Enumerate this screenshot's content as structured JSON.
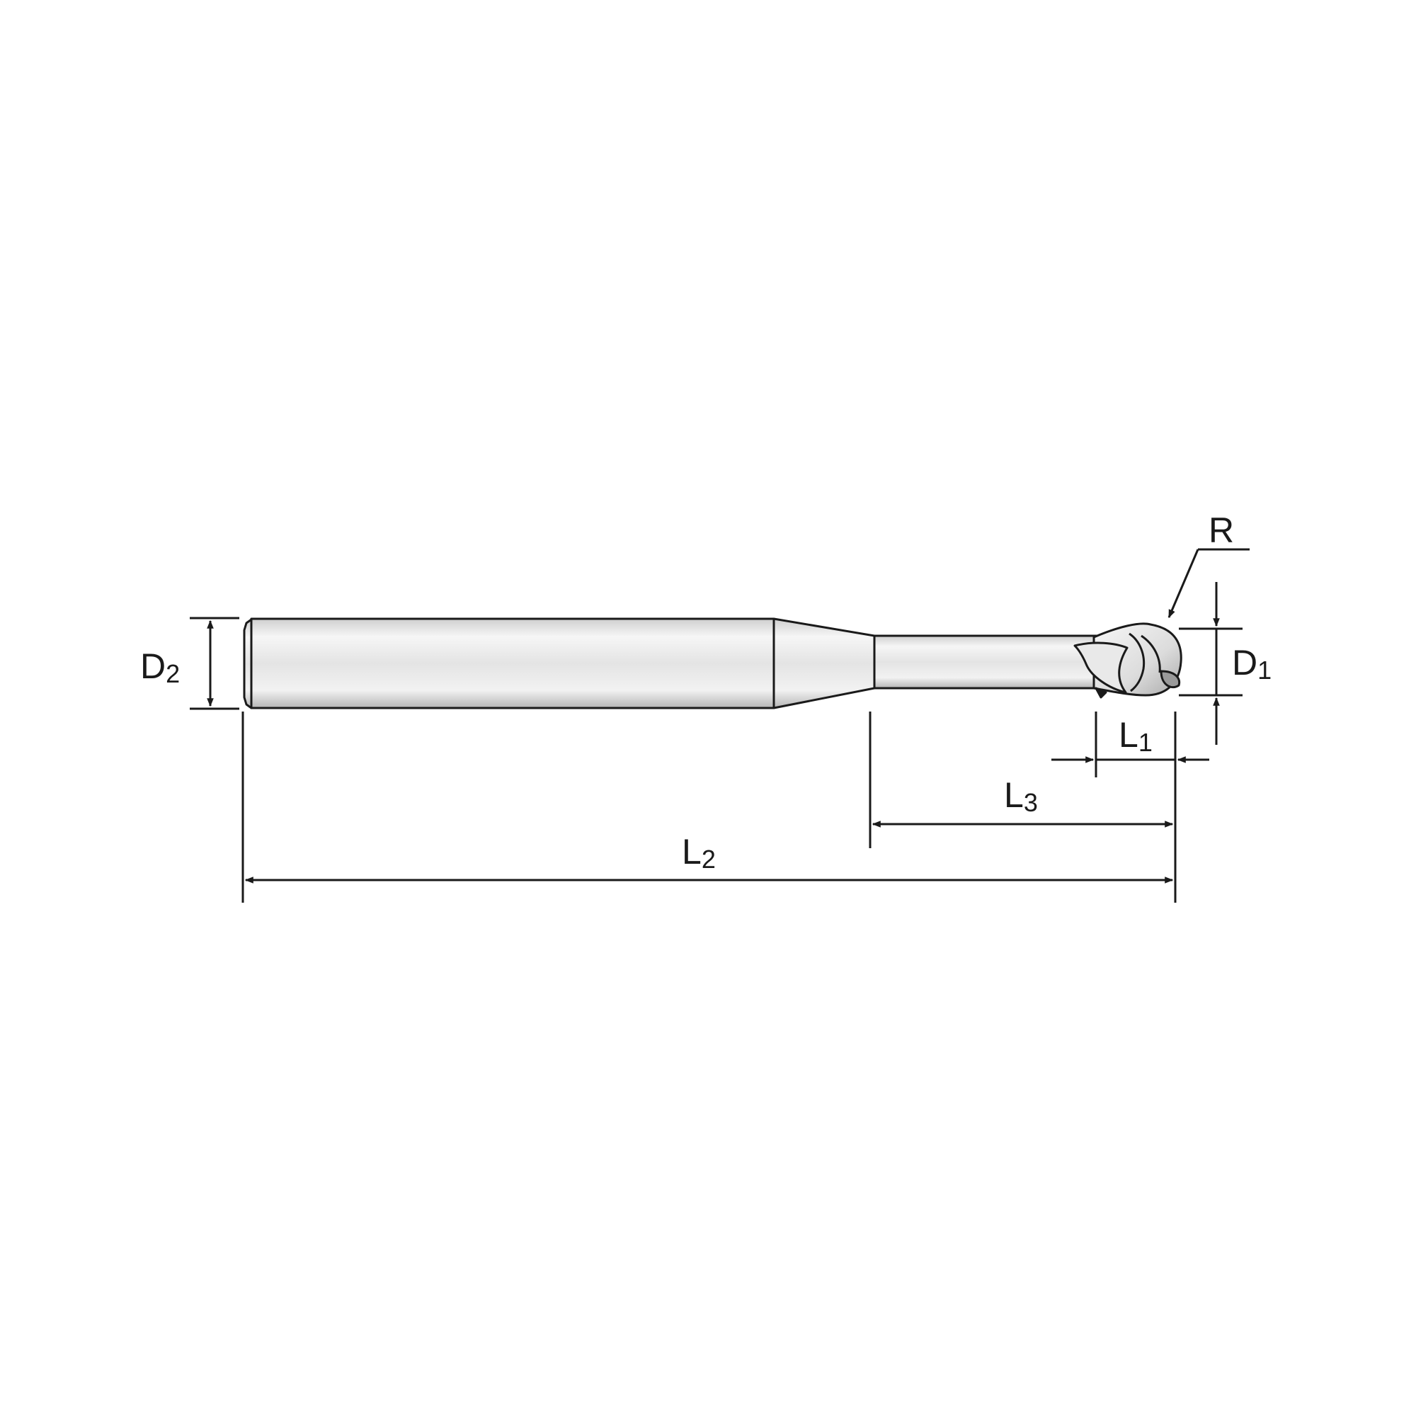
{
  "labels": {
    "d2": {
      "main": "D",
      "sub": "2"
    },
    "d1": {
      "main": "D",
      "sub": "1"
    },
    "r": {
      "main": "R"
    },
    "l1": {
      "main": "L",
      "sub": "1"
    },
    "l3": {
      "main": "L",
      "sub": "3"
    },
    "l2": {
      "main": "L",
      "sub": "2"
    }
  },
  "colors": {
    "line": "#1a1a1a",
    "tool_light": "#f4f4f4",
    "tool_mid": "#d9d9d9",
    "tool_dark": "#a8a8a8",
    "background": "#ffffff"
  }
}
